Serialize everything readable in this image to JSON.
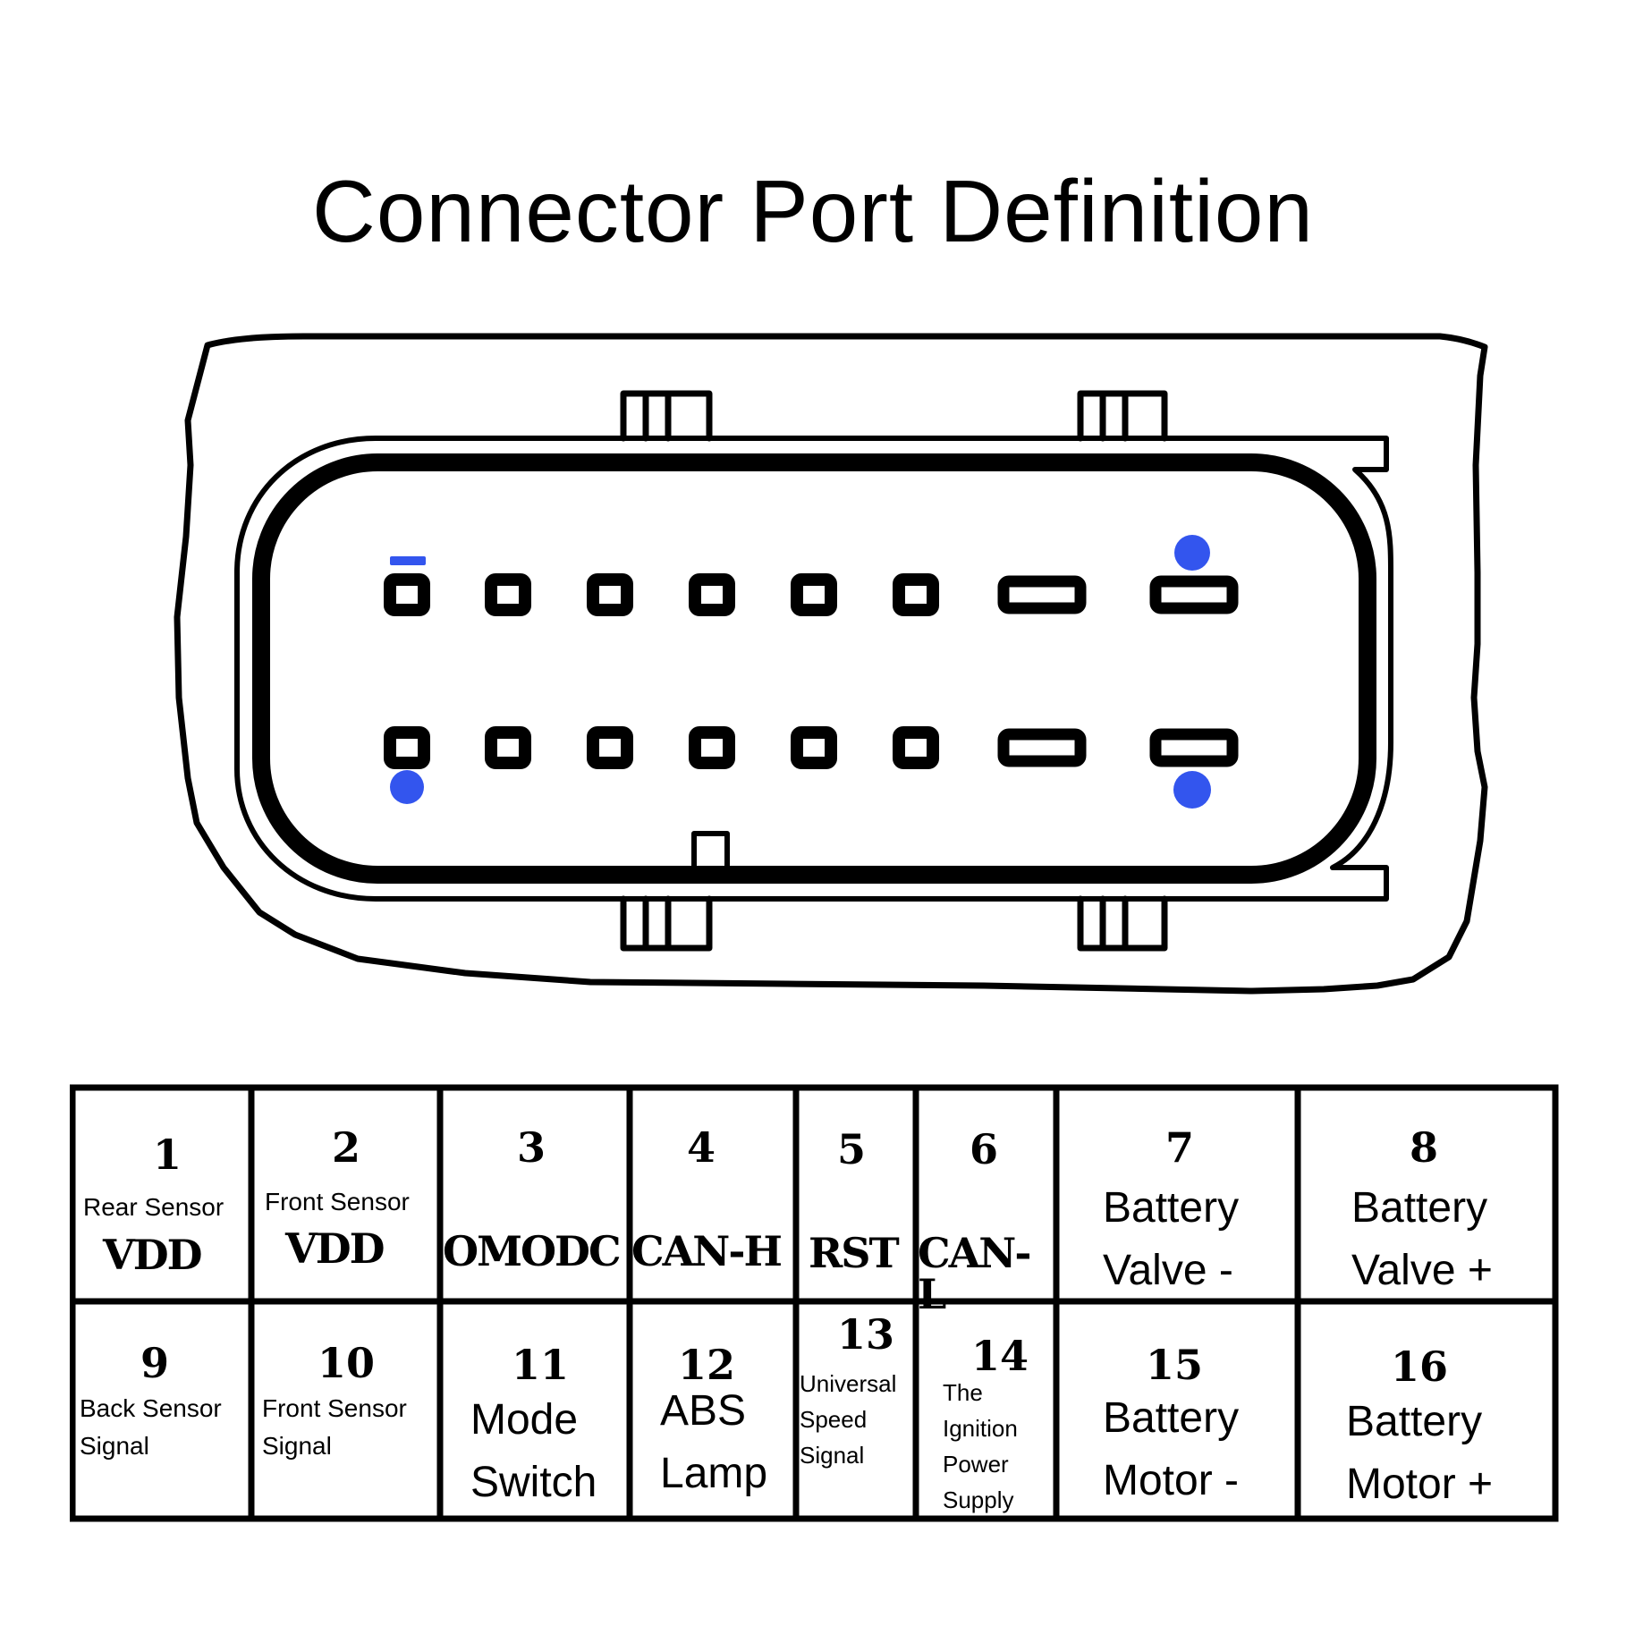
{
  "title": "Connector Port Definition",
  "colors": {
    "line": "#000000",
    "marker": "#3355ee",
    "background": "#ffffff"
  },
  "pins": {
    "p1": {
      "number": "1",
      "line1": "Rear Sensor",
      "line2": "VDD"
    },
    "p2": {
      "number": "2",
      "line1": "Front Sensor",
      "line2": "VDD"
    },
    "p3": {
      "number": "3",
      "line1": "OMODC"
    },
    "p4": {
      "number": "4",
      "line1": "CAN-H"
    },
    "p5": {
      "number": "5",
      "line1": "RST"
    },
    "p6": {
      "number": "6",
      "line1": "CAN-L"
    },
    "p7": {
      "number": "7",
      "line1": "Battery",
      "line2": "Valve -"
    },
    "p8": {
      "number": "8",
      "line1": "Battery",
      "line2": "Valve +"
    },
    "p9": {
      "number": "9",
      "line1": "Back Sensor",
      "line2": "Signal"
    },
    "p10": {
      "number": "10",
      "line1": "Front Sensor",
      "line2": "Signal"
    },
    "p11": {
      "number": "11",
      "line1": "Mode",
      "line2": "Switch"
    },
    "p12": {
      "number": "12",
      "line1": "ABS",
      "line2": "Lamp"
    },
    "p13": {
      "number": "13",
      "line1": "Universal",
      "line2": "Speed",
      "line3": "Signal"
    },
    "p14": {
      "number": "14",
      "line1": "The",
      "line2": "Ignition",
      "line3": "Power",
      "line4": "Supply"
    },
    "p15": {
      "number": "15",
      "line1": "Battery",
      "line2": "Motor -"
    },
    "p16": {
      "number": "16",
      "line1": "Battery",
      "line2": "Motor +"
    }
  }
}
